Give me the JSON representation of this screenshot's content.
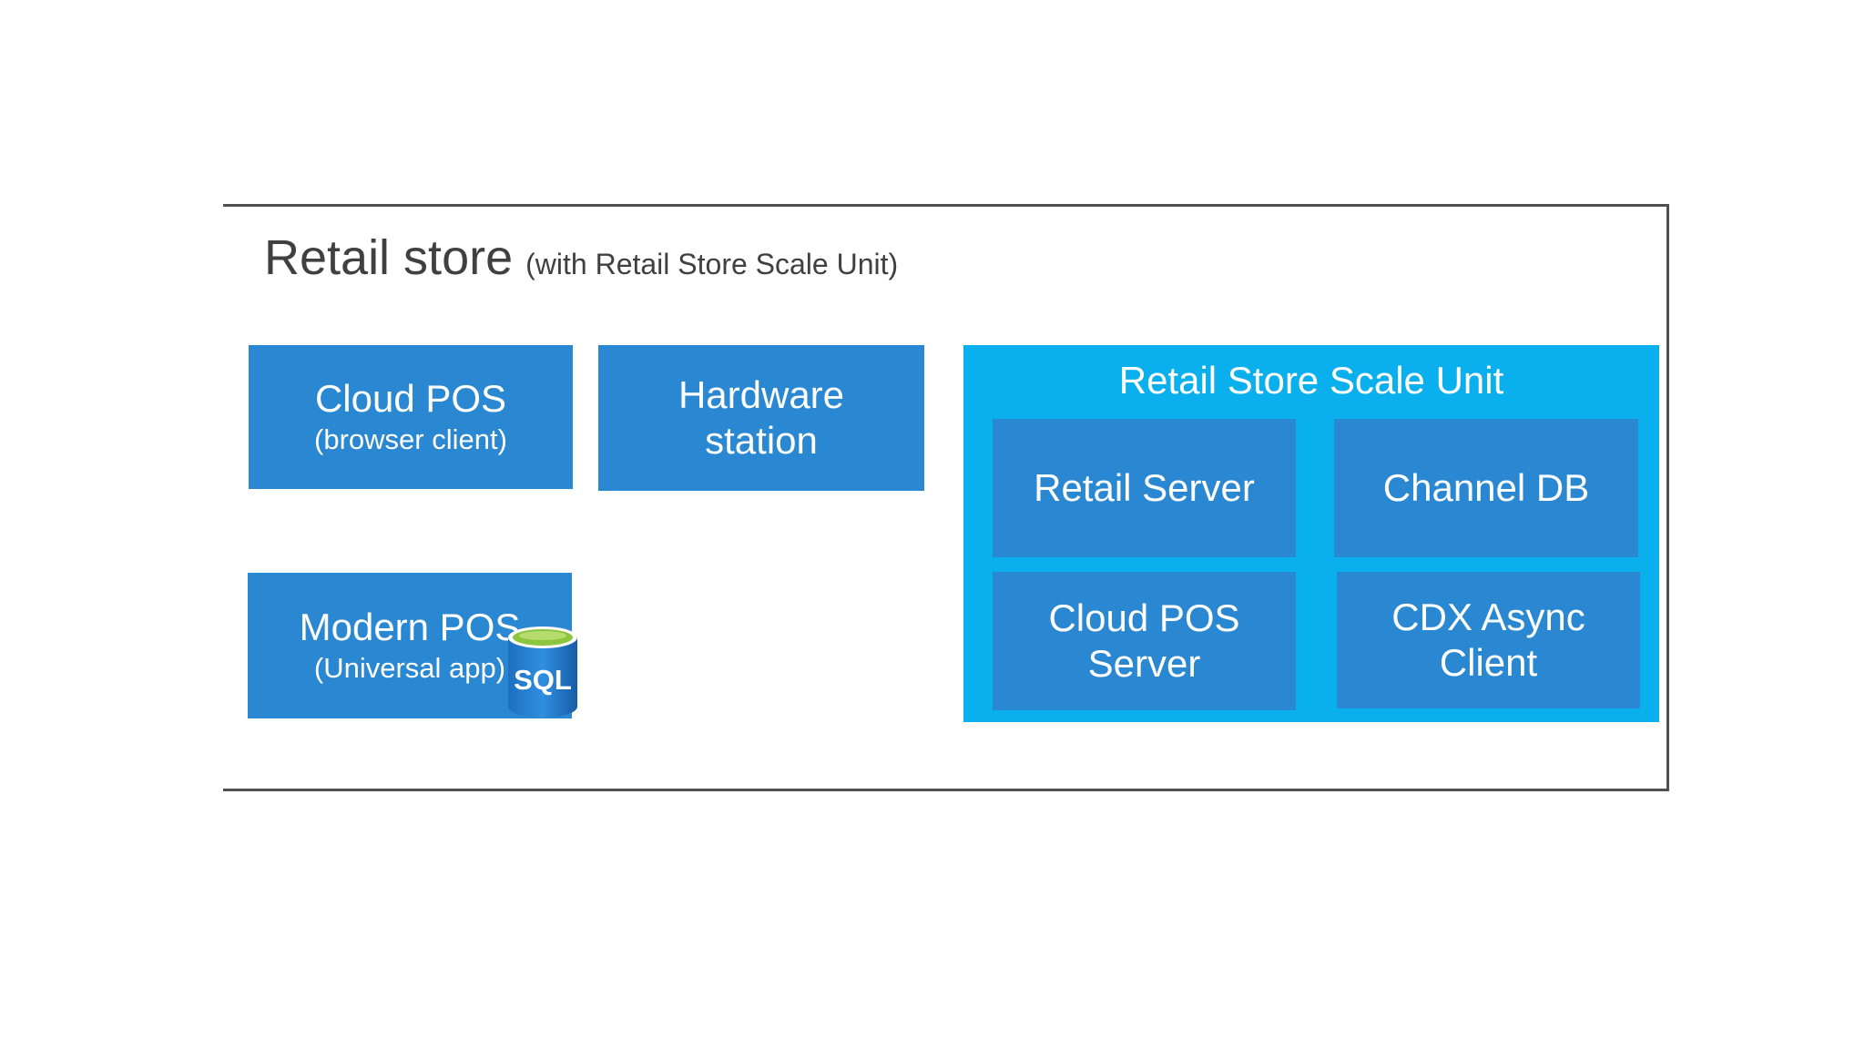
{
  "store": {
    "title": "Retail store",
    "subtitle": "(with Retail Store Scale Unit)"
  },
  "tiles": {
    "cloud_pos": {
      "line1": "Cloud POS",
      "line2": "(browser client)"
    },
    "hardware_station": {
      "line1": "Hardware",
      "line2": "station"
    },
    "modern_pos": {
      "line1": "Modern POS",
      "line2": "(Universal app)"
    }
  },
  "sql_badge": {
    "label": "SQL"
  },
  "scale_unit": {
    "title": "Retail Store Scale Unit",
    "components": {
      "retail_server": {
        "line1": "Retail Server"
      },
      "channel_db": {
        "line1": "Channel DB"
      },
      "cloud_pos_server": {
        "line1": "Cloud POS",
        "line2": "Server"
      },
      "cdx_async_client": {
        "line1": "CDX Async",
        "line2": "Client"
      }
    }
  },
  "colors": {
    "tile_blue": "#2a87d2",
    "scale_unit_cyan": "#0ab0ee",
    "frame_gray": "#505050",
    "sql_green": "#8cc63f"
  }
}
